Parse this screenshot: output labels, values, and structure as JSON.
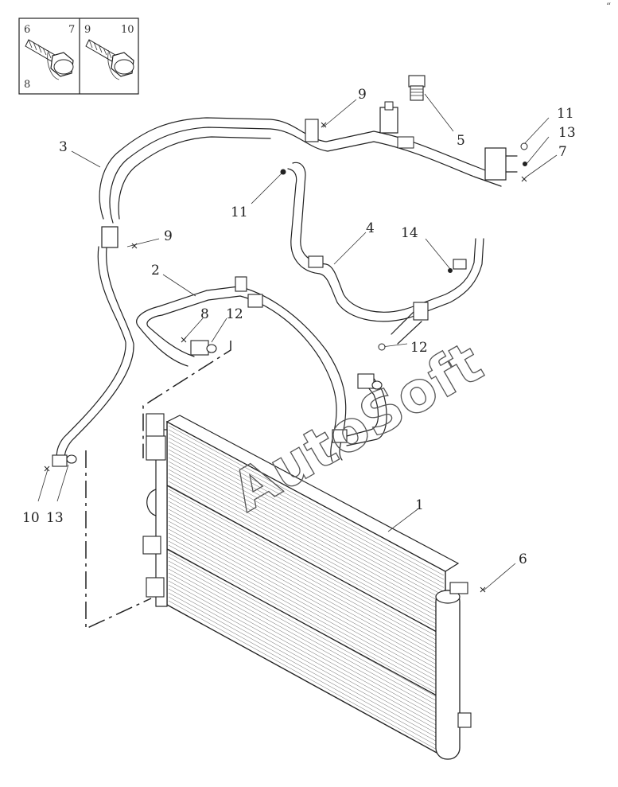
{
  "watermark": "AutoSoft",
  "corner_mark": "“",
  "inset": {
    "cells": [
      {
        "top_left": "6",
        "top_right": "7",
        "bottom_left": "8"
      },
      {
        "top_left": "9",
        "top_right": "10"
      }
    ]
  },
  "callouts": [
    {
      "id": "c1",
      "label": "1"
    },
    {
      "id": "c2",
      "label": "2"
    },
    {
      "id": "c3",
      "label": "3"
    },
    {
      "id": "c4",
      "label": "4"
    },
    {
      "id": "c5",
      "label": "5"
    },
    {
      "id": "c6",
      "label": "6"
    },
    {
      "id": "c7",
      "label": "7"
    },
    {
      "id": "c8",
      "label": "8"
    },
    {
      "id": "c9a",
      "label": "9"
    },
    {
      "id": "c9b",
      "label": "9"
    },
    {
      "id": "c10",
      "label": "10"
    },
    {
      "id": "c11a",
      "label": "11"
    },
    {
      "id": "c11b",
      "label": "11"
    },
    {
      "id": "c12a",
      "label": "12"
    },
    {
      "id": "c12b",
      "label": "12"
    },
    {
      "id": "c13a",
      "label": "13"
    },
    {
      "id": "c13b",
      "label": "13"
    },
    {
      "id": "c14",
      "label": "14"
    }
  ]
}
